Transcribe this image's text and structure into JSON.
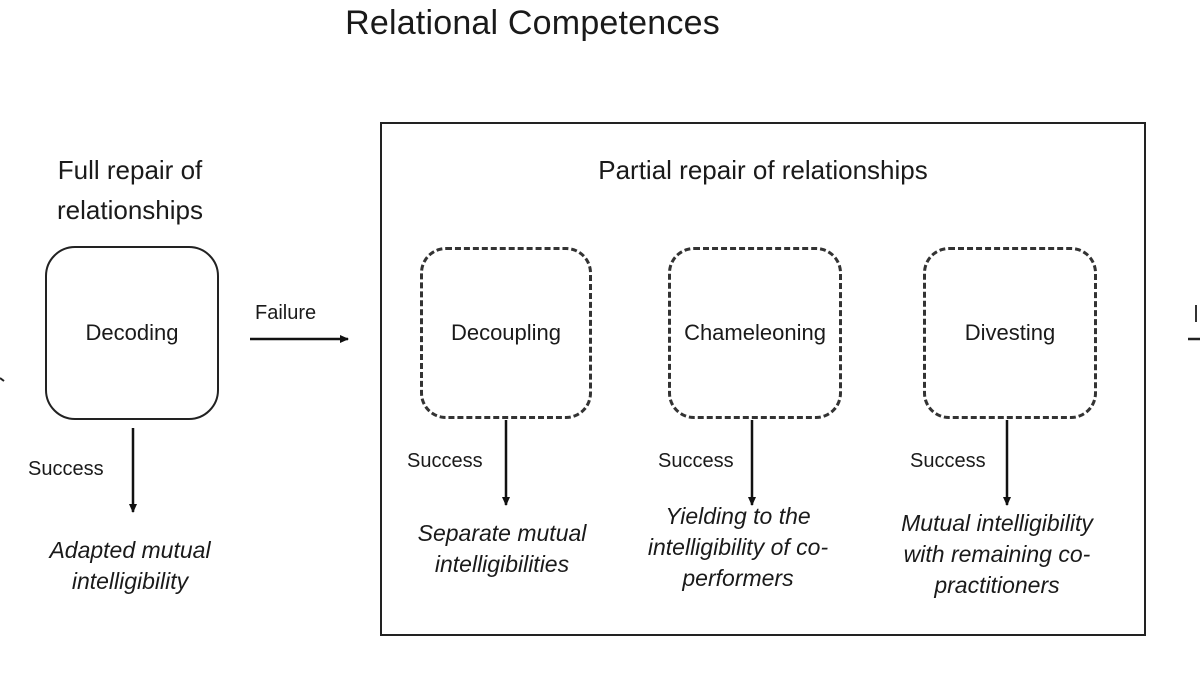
{
  "title": "Relational Competences",
  "full_repair": {
    "heading_line1": "Full repair of",
    "heading_line2": "relationships",
    "box_label": "Decoding",
    "edge_label": "Success",
    "outcome_line1": "Adapted mutual",
    "outcome_line2": "intelligibility"
  },
  "failure_label": "Failure",
  "partial_repair": {
    "heading": "Partial repair of relationships",
    "items": [
      {
        "label": "Decoupling",
        "edge_label": "Success",
        "outcome_line1": "Separate mutual",
        "outcome_line2": "intelligibilities",
        "outcome_line3": ""
      },
      {
        "label": "Chameleoning",
        "edge_label": "Success",
        "outcome_line1": "Yielding to the",
        "outcome_line2": "intelligibility of co-",
        "outcome_line3": "performers"
      },
      {
        "label": "Divesting",
        "edge_label": "Success",
        "outcome_line1": "Mutual intelligibility",
        "outcome_line2": "with remaining co-",
        "outcome_line3": "practitioners"
      }
    ]
  }
}
